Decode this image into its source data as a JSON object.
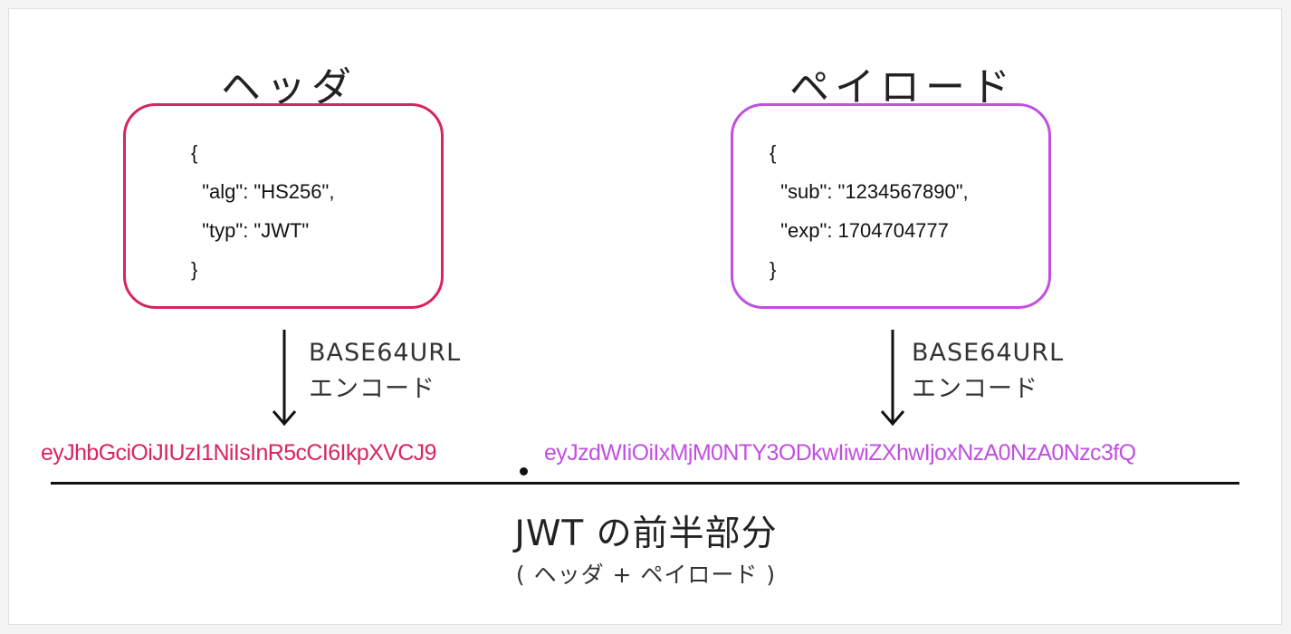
{
  "colors": {
    "header_accent": "#d8245f",
    "payload_accent": "#c14fe0",
    "text": "#222222"
  },
  "header": {
    "title": "ヘッダ",
    "json_lines": [
      "{",
      "  \"alg\": \"HS256\",",
      "  \"typ\": \"JWT\"",
      "}"
    ],
    "encode_line1": "BASE64URL",
    "encode_line2": "エンコード",
    "encoded": "eyJhbGciOiJIUzI1NiIsInR5cCI6IkpXVCJ9"
  },
  "payload": {
    "title": "ペイロード",
    "json_lines": [
      "{",
      "  \"sub\": \"1234567890\",",
      "  \"exp\": 1704704777",
      "}"
    ],
    "encode_line1": "BASE64URL",
    "encode_line2": "エンコード",
    "encoded": "eyJzdWIiOiIxMjM0NTY3ODkwIiwiZXhwIjoxNzA0NzA0Nzc3fQ"
  },
  "caption": {
    "title": "JWT の前半部分",
    "subtitle": "( ヘッダ + ペイロード )"
  }
}
